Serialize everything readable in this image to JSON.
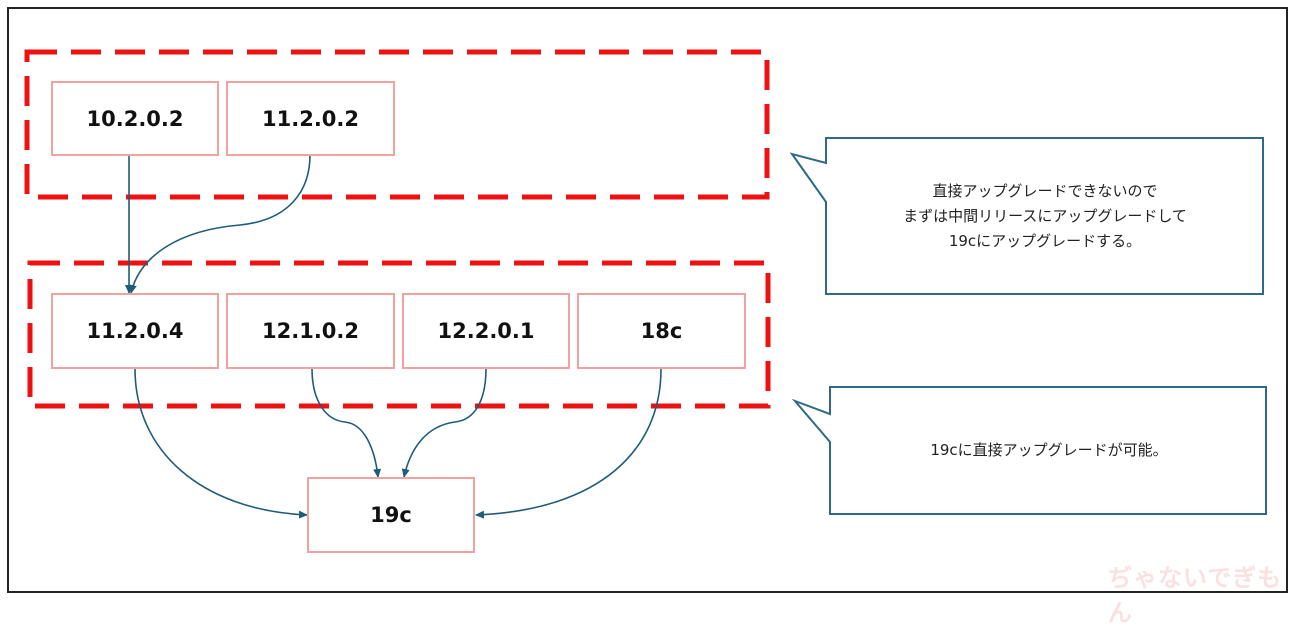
{
  "colors": {
    "dashed_group": "#ee1111",
    "node_border": "#f2a0a0",
    "arrow": "#1f5c7a",
    "callout_border": "#2e6a87"
  },
  "nodes": {
    "v10202": "10.2.0.2",
    "v11202": "11.2.0.2",
    "v11204": "11.2.0.4",
    "v12102": "12.1.0.2",
    "v12201": "12.2.0.1",
    "v18c": "18c",
    "v19c": "19c"
  },
  "callouts": {
    "indirect": "直接アップグレードできないので\nまずは中間リリースにアップグレードして\n19cにアップグレードする。",
    "direct": "19cに直接アップグレードが可能。"
  },
  "watermark": {
    "text": "ぢゃないでぎもん",
    "icon": "logo-watermark"
  }
}
